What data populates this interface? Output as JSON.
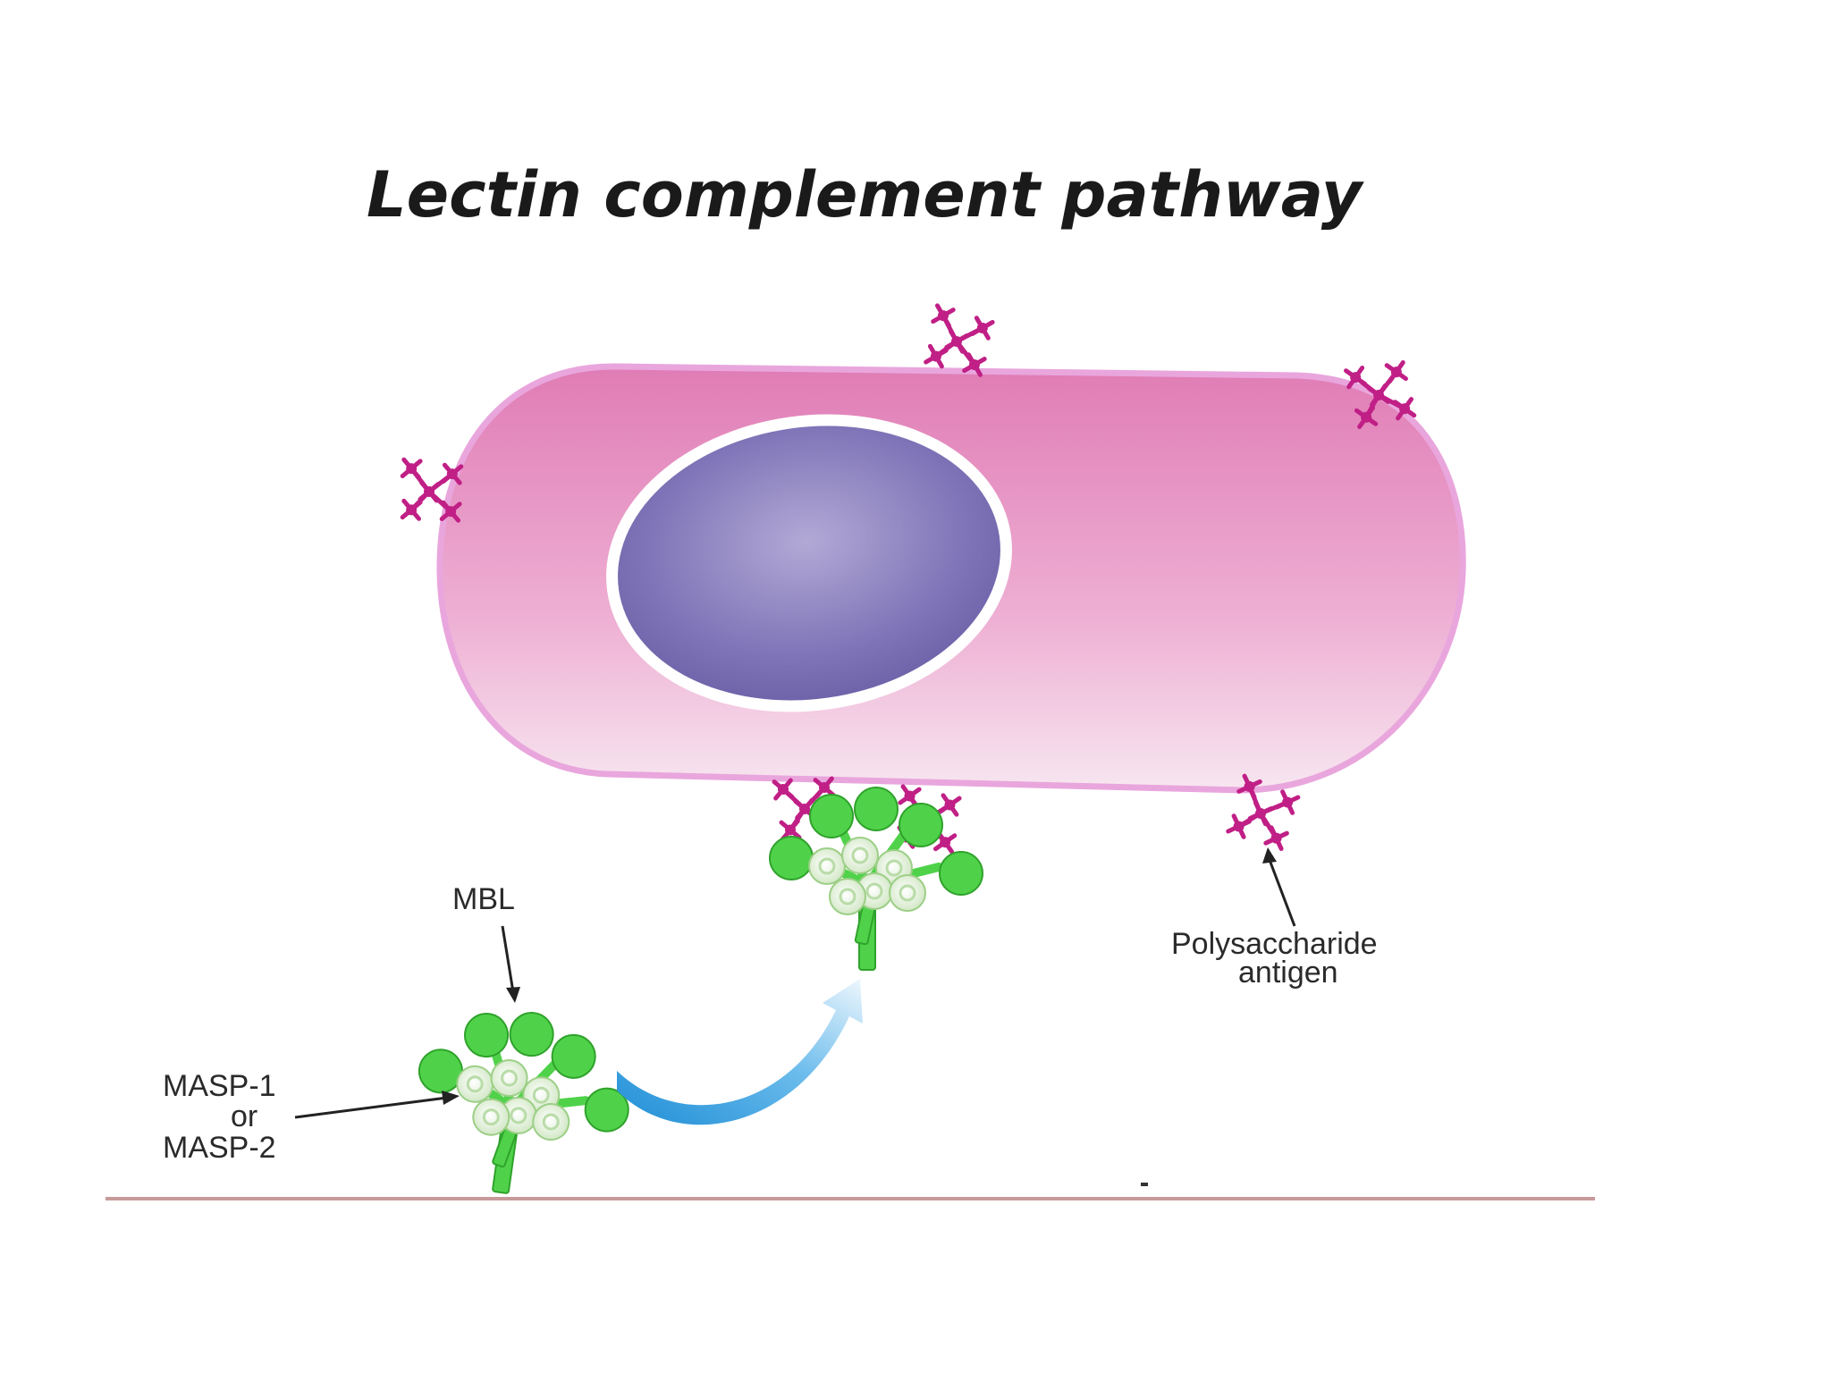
{
  "title": "Lectin complement pathway",
  "labels": {
    "mbl": "MBL",
    "masp_line1": "MASP-1",
    "masp_line2": "or",
    "masp_line3": "MASP-2",
    "antigen_line1": "Polysaccharide",
    "antigen_line2": "antigen"
  },
  "colors": {
    "cell_body_top": "#e07cb5",
    "cell_body_bottom": "#f6e3ef",
    "cell_membrane": "#e9a6dd",
    "nucleus": "#7a6fb3",
    "nucleus_light": "#b2a9d6",
    "nucleus_rim": "#ffffff",
    "antigen": "#c01f86",
    "mbl_green": "#4fd24a",
    "mbl_dark_green": "#2fa22b",
    "masp_fill": "#eaf5e2",
    "arrow_light": "#dff0fb",
    "arrow_dark": "#1f8ed6",
    "baseline": "#c79a9a"
  },
  "icons": [
    "polysaccharide-antigen-icon",
    "mbl-molecule-icon",
    "curved-arrow-icon"
  ]
}
